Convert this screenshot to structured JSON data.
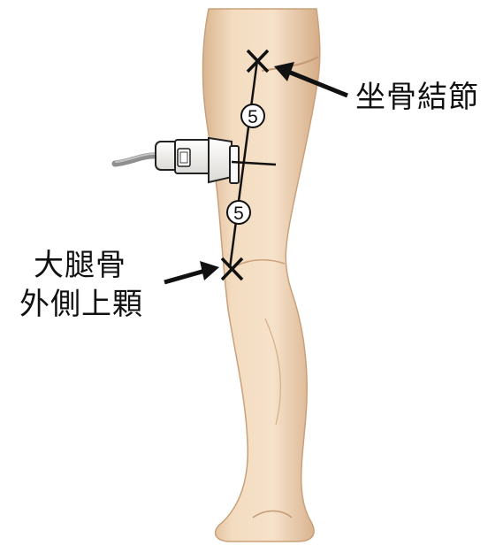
{
  "labels": {
    "ischial_tuberosity": "坐骨結節",
    "femur_line1": "大腿骨",
    "femur_line2": "外側上顆"
  },
  "markers": {
    "upper_number": "5",
    "lower_number": "5"
  },
  "icons": {
    "probe": "ultrasound-probe-icon",
    "cross": "cross-mark-icon",
    "arrow": "arrow-icon"
  },
  "colors": {
    "skin": "#efd3b2",
    "skin_shadow": "#d7b28d",
    "line": "#111111",
    "probe_body": "#f4f2ee",
    "cable": "#9a9a9a"
  }
}
